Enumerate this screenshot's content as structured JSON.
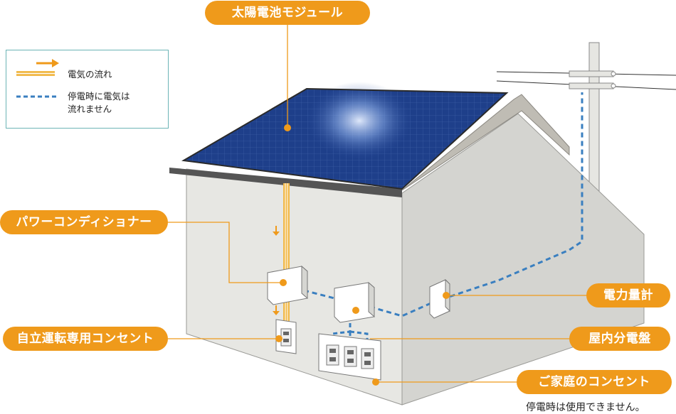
{
  "labels": {
    "solar_module": "太陽電池モジュール",
    "power_conditioner": "パワーコンディショナー",
    "dedicated_outlet": "自立運転専用コンセント",
    "power_meter": "電力量計",
    "distribution_board": "屋内分電盤",
    "home_outlet": "ご家庭のコンセント"
  },
  "legend": {
    "flow_label": "電気の流れ",
    "outage_line1": "停電時に電気は",
    "outage_line2": "流れません"
  },
  "note": "停電時は使用できません。",
  "colors": {
    "accent": "#ef9a1b",
    "dashed_blue": "#3a7fc0",
    "legend_border": "#6cb4b6",
    "panel": "#1e3f8a"
  }
}
